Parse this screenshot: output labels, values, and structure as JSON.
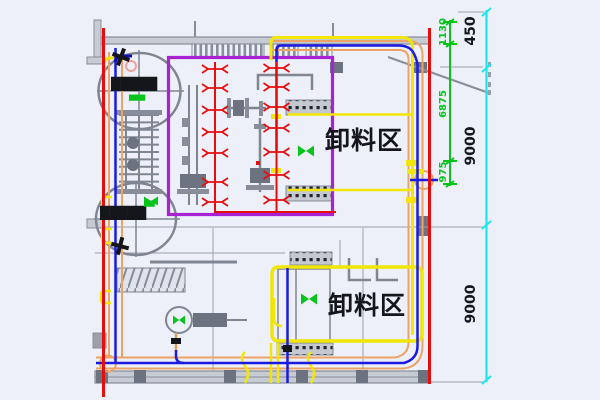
{
  "drawing": {
    "type": "CAD site plan - unloading area piping and sprinkler layout",
    "zones": {
      "unloading_area_1": "卸料区",
      "unloading_area_2": "卸料区"
    },
    "dimensions": {
      "green": [
        "1130",
        "6875",
        "975"
      ],
      "cyan": [
        "450",
        "9000",
        "9000"
      ]
    },
    "tanks": {
      "tank1_label": "█████",
      "tank1_sublabel": "▆▆▆",
      "tank2_label": "█████",
      "tank2_sublabel": "▆▆"
    },
    "colors": {
      "background": "#edf0f8",
      "wall_grey": "#878d99",
      "wall_fill": "#c7cbd4",
      "column_dark": "#6c7280",
      "fire_red": "#e60d0d",
      "boundary_purple": "#a821d2",
      "pipe_yellow": "#f2e607",
      "pipe_blue": "#1a1ae0",
      "casing_orange": "#eda366",
      "dim_green": "#05c41c",
      "dim_cyan": "#1ce6f2",
      "valve_green": "#07c41c",
      "text_black": "#15161c"
    },
    "icons": {
      "sprinkler": "sprinkler-head-icon",
      "valve": "valve-bowtie-icon",
      "flange": "flange-circle-icon",
      "cross_valve": "cross-valve-icon"
    }
  }
}
